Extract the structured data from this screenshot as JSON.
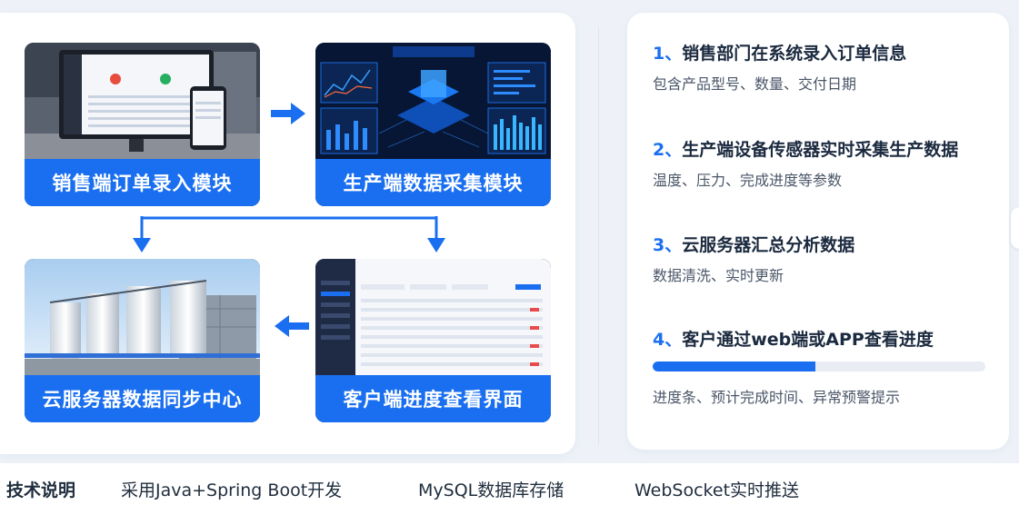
{
  "modules": [
    {
      "label": "销售端订单录入模块"
    },
    {
      "label": "生产端数据采集模块"
    },
    {
      "label": "云服务器数据同步中心"
    },
    {
      "label": "客户端进度查看界面"
    }
  ],
  "steps": [
    {
      "num": "1、",
      "title": "销售部门在系统录入订单信息",
      "desc": "包含产品型号、数量、交付日期"
    },
    {
      "num": "2、",
      "title": "生产端设备传感器实时采集生产数据",
      "desc": "温度、压力、完成进度等参数"
    },
    {
      "num": "3、",
      "title": "云服务器汇总分析数据",
      "desc": "数据清洗、实时更新"
    },
    {
      "num": "4、",
      "title": "客户通过web端或APP查看进度",
      "desc": "进度条、预计完成时间、异常预警提示"
    }
  ],
  "progress": {
    "fraction": 0.49
  },
  "footer": {
    "label": "技术说明",
    "items": [
      "采用Java+Spring Boot开发",
      "MySQL数据库存储",
      "WebSocket实时推送"
    ]
  },
  "colors": {
    "accent": "#1a6ff0",
    "dark_navy": "#0a1a3a"
  },
  "icons": [
    "arrow-right-icon",
    "arrow-down-icon",
    "arrow-left-icon"
  ]
}
